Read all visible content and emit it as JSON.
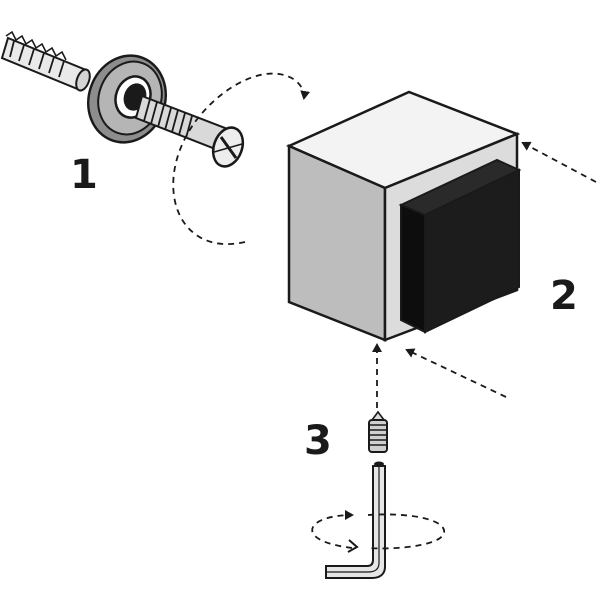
{
  "diagram": {
    "steps": [
      {
        "number": "1",
        "part": "anchor-and-screw"
      },
      {
        "number": "2",
        "part": "cube-stopper"
      },
      {
        "number": "3",
        "part": "set-screw-and-hex-key"
      }
    ]
  },
  "colors": {
    "ink": "#1a1a1a",
    "cube_top": "#f3f3f3",
    "cube_left": "#bdbdbd",
    "cube_right": "#dcdcdc",
    "pad_front": "#1c1c1c",
    "pad_side": "#0d0d0d",
    "metal_light": "#e6e6e6",
    "metal_mid": "#b8b8b8",
    "metal_dark": "#8a8a8a"
  }
}
